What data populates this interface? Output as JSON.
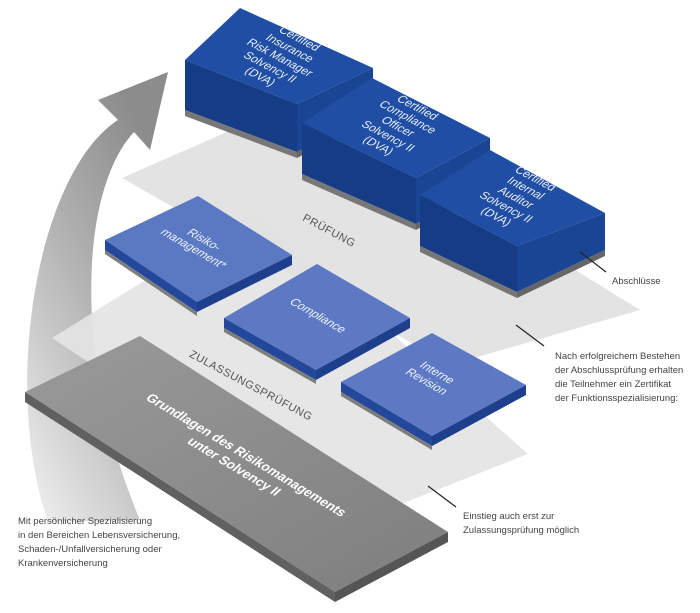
{
  "certificates": [
    {
      "lines": [
        "Certified",
        "Insurance",
        "Risk Manager",
        "Solvency II",
        "(DVA)"
      ]
    },
    {
      "lines": [
        "Certified",
        "Compliance",
        "Officer",
        "Solvency II",
        "(DVA)"
      ]
    },
    {
      "lines": [
        "Certified",
        "Internal",
        "Auditor",
        "Solvency II",
        "(DVA)"
      ]
    }
  ],
  "modules": [
    {
      "lines": [
        "Risiko-",
        "management*"
      ]
    },
    {
      "lines": [
        "Compliance"
      ]
    },
    {
      "lines": [
        "Interne",
        "Revision"
      ]
    }
  ],
  "planes": {
    "pruefung": "PRÜFUNG",
    "zulassung": "ZULASSUNGSPRÜFUNG"
  },
  "base": {
    "lines": [
      "Grundlagen des Risikomanagements",
      "unter Solvency II"
    ]
  },
  "notes": {
    "abschluesse": "Abschlüsse",
    "zertifikat": "Nach erfolgreichem Bestehen\nder Abschlussprüfung erhalten\ndie Teilnehmer ein Zertifikat\nder Funktionsspezialisierung:",
    "einstieg": "Einstieg auch erst zur\nZulassungsprüfung möglich",
    "spezialisierung": "Mit persönlicher Spezialisierung\nin den Bereichen Lebensversicherung,\nSchaden-/Unfallversicherung oder\nKrankenversicherung"
  },
  "colors": {
    "cert_top": "#1f4ea3",
    "cert_front": "#163d86",
    "cert_side": "#1a4594",
    "module_top": "#5c79c4",
    "module_edge": "#2a4fa0",
    "plane": "#e3e3e3",
    "base_top": "#8f8f8f",
    "base_edge": "#6b6b6b",
    "arrow": "#b8b8b8"
  }
}
